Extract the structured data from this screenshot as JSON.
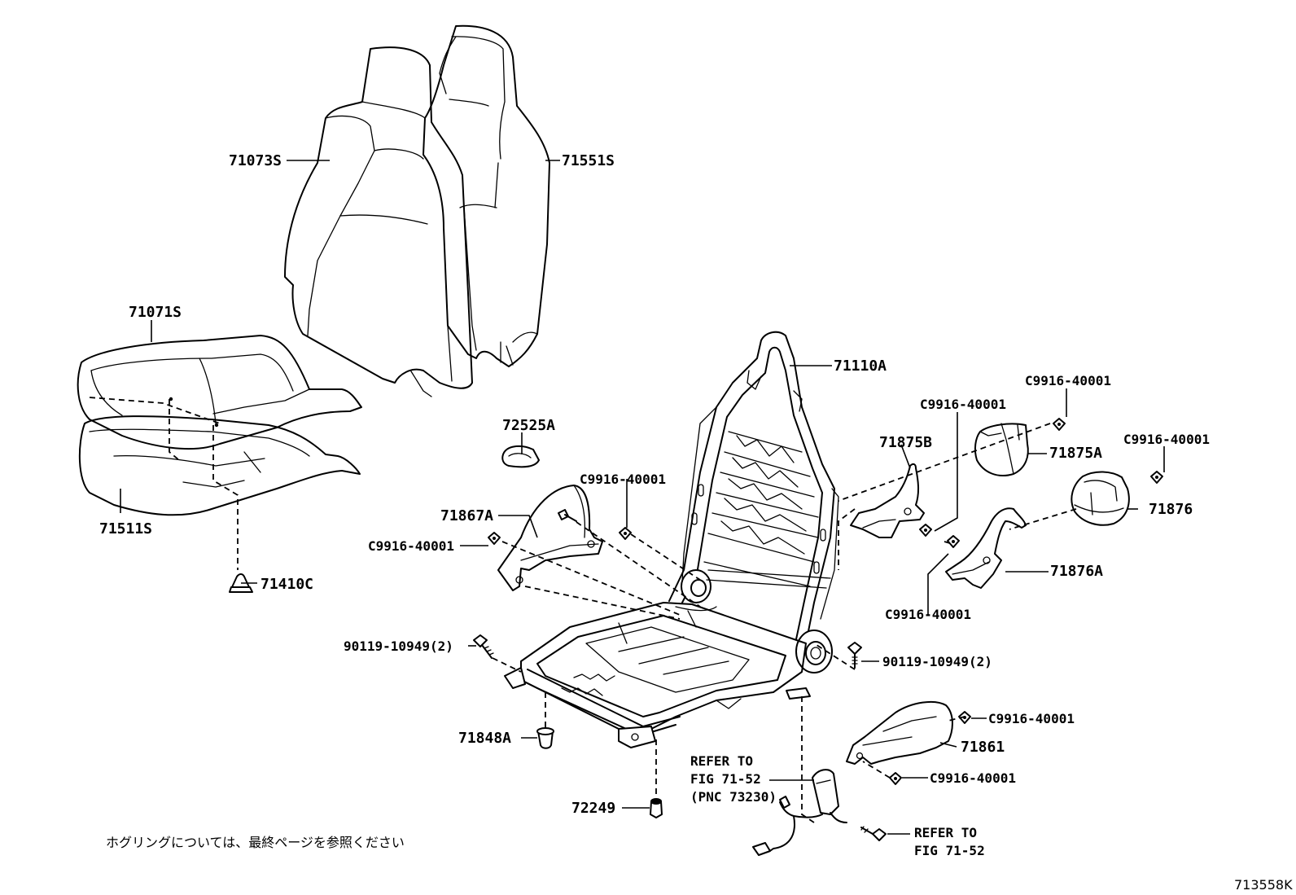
{
  "parts": {
    "p71073S": "71073S",
    "p71551S": "71551S",
    "p71071S": "71071S",
    "p71511S": "71511S",
    "p71410C": "71410C",
    "p71110A": "71110A",
    "p72525A": "72525A",
    "p71867A": "71867A",
    "p71875B": "71875B",
    "p71875A": "71875A",
    "p71876": "71876",
    "p71876A": "71876A",
    "p71848A": "71848A",
    "p72249": "72249",
    "p71861": "71861",
    "c9916_a": "C9916-40001",
    "c9916_b": "C9916-40001",
    "c9916_c": "C9916-40001",
    "c9916_d": "C9916-40001",
    "c9916_e": "C9916-40001",
    "c9916_f": "C9916-40001",
    "c9916_g": "C9916-40001",
    "c9916_h": "C9916-40001",
    "bolt_left": "90119-10949(2)",
    "bolt_right": "90119-10949(2)"
  },
  "refer_seatbelt": {
    "line1": "REFER TO",
    "line2": "FIG 71-52",
    "line3": "(PNC 73230)"
  },
  "refer_bolt": {
    "line1": "REFER TO",
    "line2": "FIG 71-52"
  },
  "note": "ホグリングについては、最終ページを参照ください",
  "illustration_id": "713558K"
}
